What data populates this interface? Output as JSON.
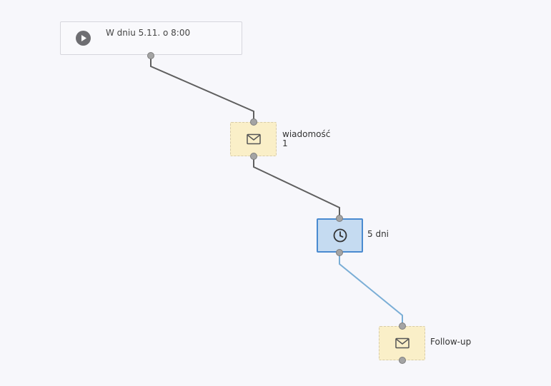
{
  "workflow": {
    "trigger": {
      "label": "W dniu 5.11. o 8:00",
      "icon": "play-icon"
    },
    "steps": [
      {
        "type": "email",
        "label_line1": "wiadomość",
        "label_line2": "1",
        "icon": "envelope-icon"
      },
      {
        "type": "delay",
        "label": "5 dni",
        "icon": "clock-icon"
      },
      {
        "type": "email",
        "label": "Follow-up",
        "icon": "envelope-icon"
      }
    ]
  },
  "colors": {
    "background": "#f7f7fb",
    "email_node_fill": "#faefc8",
    "delay_node_fill": "#c5dbf1",
    "delay_node_border": "#4a8ad0",
    "connector_default": "#5f5f5f",
    "connector_selected": "#7aaed6",
    "port": "#a4a4a4"
  }
}
